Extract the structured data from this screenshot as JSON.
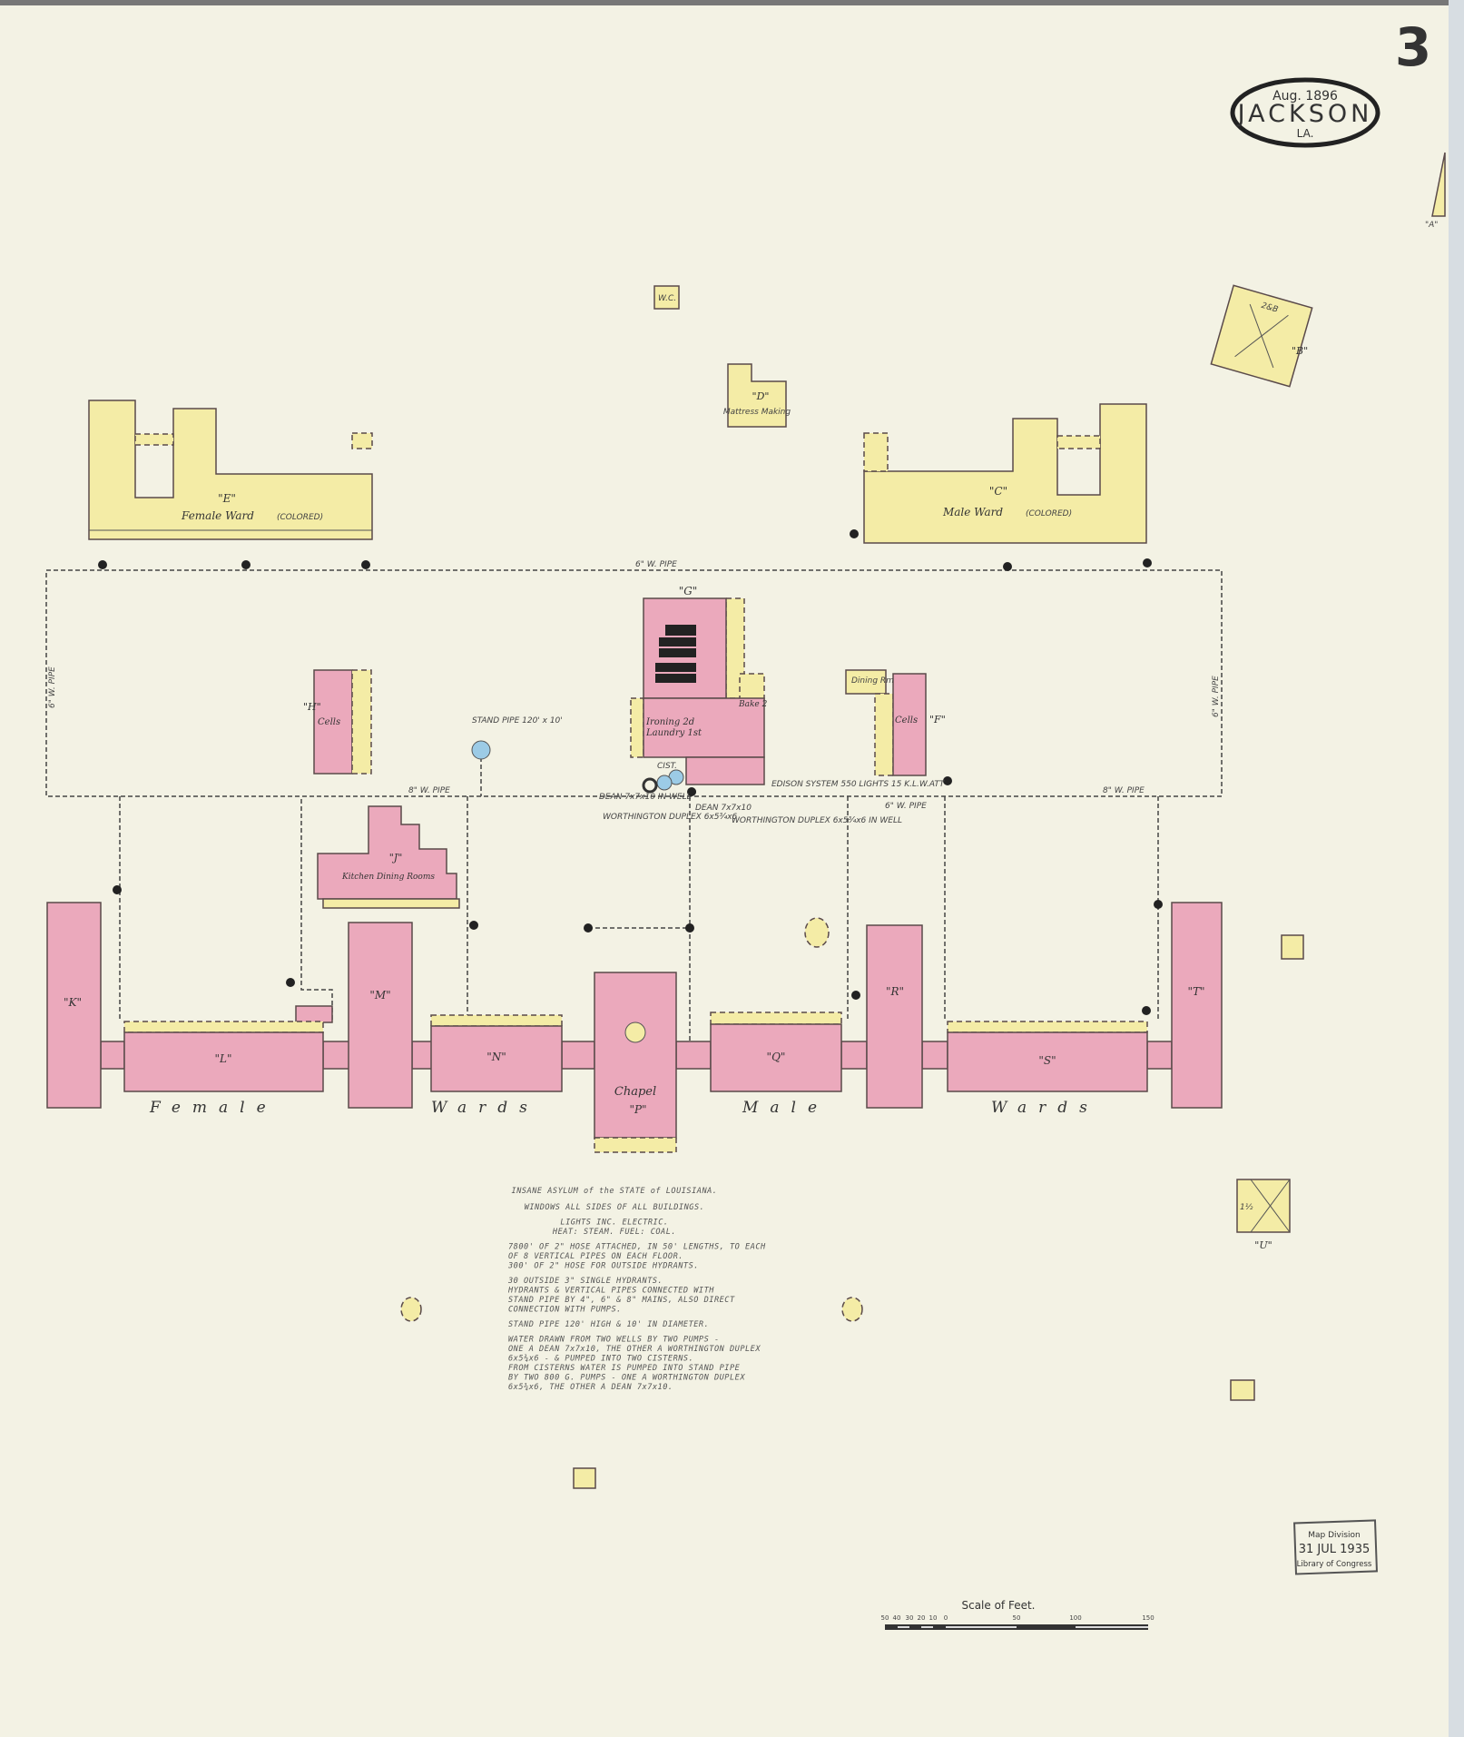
{
  "sheet": {
    "page_number": "3",
    "cartouche": {
      "date": "Aug. 1896",
      "city": "JACKSON",
      "state": "LA."
    },
    "title": "INSANE ASYLUM of the STATE of LOUISIANA.",
    "notes": [
      "WINDOWS ALL SIDES OF ALL BUILDINGS.",
      "LIGHTS INC. ELECTRIC.",
      "HEAT: STEAM. FUEL: COAL.",
      "7800' OF 2\" HOSE ATTACHED, IN 50' LENGTHS, TO EACH",
      "OF 8 VERTICAL PIPES ON EACH FLOOR.",
      "300' OF 2\" HOSE FOR OUTSIDE HYDRANTS.",
      "30 OUTSIDE 3\" SINGLE HYDRANTS.",
      "HYDRANTS & VERTICAL PIPES CONNECTED WITH",
      "STAND PIPE BY 4\", 6\" & 8\" MAINS, ALSO DIRECT",
      "CONNECTION WITH PUMPS.",
      "STAND PIPE 120' HIGH & 10' IN DIAMETER.",
      "WATER DRAWN FROM TWO WELLS BY TWO PUMPS -",
      "ONE A DEAN 7x7x10, THE OTHER A WORTHINGTON DUPLEX",
      "6x5¾x6 - & PUMPED INTO TWO CISTERNS.",
      "FROM CISTERNS WATER IS PUMPED INTO STAND PIPE",
      "BY TWO 800 G. PUMPS - ONE A WORTHINGTON DUPLEX",
      "6x5¾x6, THE OTHER A DEAN 7x7x10."
    ],
    "ward_labels": [
      "Female",
      "Wards",
      "Male",
      "Wards"
    ],
    "buildings": {
      "E": {
        "letter": "\"E\"",
        "name": "Female Ward",
        "note": "(COLORED)"
      },
      "C": {
        "letter": "\"C\"",
        "name": "Male Ward",
        "note": "(COLORED)"
      },
      "D": {
        "letter": "\"D\"",
        "name": "Mattress Making"
      },
      "B": {
        "letter": "\"B\"",
        "stories": "2&B"
      },
      "A": {
        "letter": "\"A\""
      },
      "G": {
        "letter": "\"G\"",
        "name1": "Ironing 2d",
        "name2": "Laundry 1st",
        "bake": "Bake 2",
        "dynamo": "EDISON SYSTEM 550 LIGHTS 15 K.L.W.ATT"
      },
      "H": {
        "letter": "\"H\"",
        "name": "Cells"
      },
      "F": {
        "letter": "\"F\"",
        "name": "Cells",
        "dining": "Dining Rm"
      },
      "J": {
        "letter": "\"J\"",
        "name": "Kitchen Dining Rooms"
      },
      "K": {
        "letter": "\"K\""
      },
      "L": {
        "letter": "\"L\""
      },
      "M": {
        "letter": "\"M\""
      },
      "N": {
        "letter": "\"N\""
      },
      "P": {
        "letter": "\"P\"",
        "name": "Chapel"
      },
      "Q": {
        "letter": "\"Q\""
      },
      "R": {
        "letter": "\"R\""
      },
      "S": {
        "letter": "\"S\""
      },
      "T": {
        "letter": "\"T\""
      },
      "U": {
        "letter": "\"U\"",
        "stories": "1½"
      },
      "WC": {
        "name": "W.C."
      }
    },
    "stand_pipe": "STAND PIPE 120' x 10'",
    "pipes": {
      "top": "6\" W. PIPE",
      "bottom_left": "8\" W. PIPE",
      "bottom_mid": "6\" W. PIPE",
      "bottom_right": "8\" W. PIPE",
      "side_left": "6\" W. PIPE",
      "side_right": "6\" W. PIPE"
    },
    "pumps": {
      "dean_well": "DEAN 7x7x10 IN WELL",
      "cistern": "CIST.",
      "worthington1": "WORTHINGTON DUPLEX 6x5¾x6",
      "dean2": "DEAN 7x7x10",
      "worthington2": "WORTHINGTON DUPLEX 6x5¾x6 IN WELL"
    },
    "scale": {
      "title": "Scale of Feet.",
      "ticks": [
        "50",
        "40",
        "30",
        "20",
        "10",
        "0",
        "50",
        "100",
        "150"
      ]
    },
    "stamp": {
      "line1": "Map Division",
      "line2": "31 JUL 1935",
      "line3": "Library of Congress"
    },
    "colors": {
      "brick": "#eba9bc",
      "frame": "#f4eca6",
      "paper": "#f3f2e4",
      "water": "#9ccbe6"
    }
  }
}
